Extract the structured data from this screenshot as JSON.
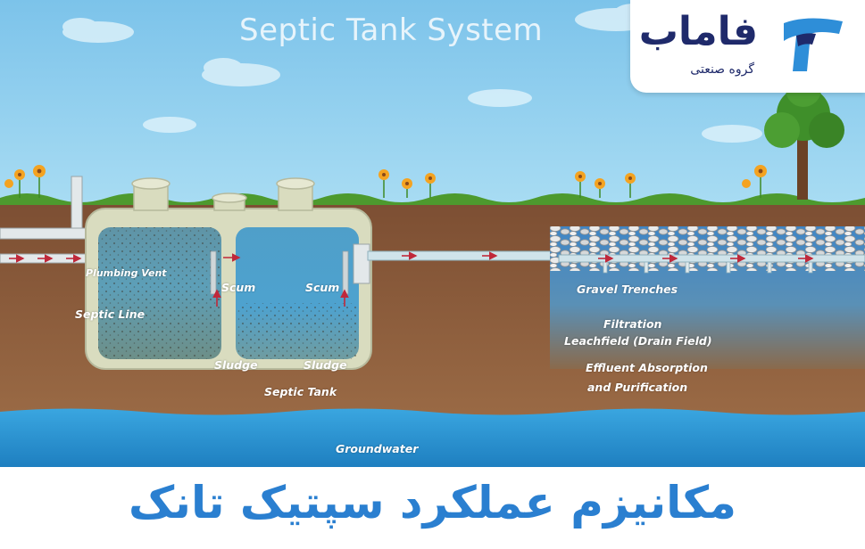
{
  "diagram": {
    "title": "Septic Tank System",
    "labels": {
      "plumbing_vent": "Plumbing Vent",
      "septic_line": "Septic Line",
      "scum_left": "Scum",
      "scum_right": "Scum",
      "sludge_left": "Sludge",
      "sludge_right": "Sludge",
      "septic_tank": "Septic Tank",
      "gravel_trenches": "Gravel Trenches",
      "filtration": "Filtration",
      "leachfield": "Leachfield (Drain Field)",
      "effluent_1": "Effluent Absorption",
      "effluent_2": "and Purification",
      "groundwater": "Groundwater"
    },
    "colors": {
      "sky": "#8ccdee",
      "soil": "#8a5a3a",
      "water": "#2f98d6",
      "tank_wall": "#d9dcbf",
      "pipe": "#dfe6e8",
      "flow_arrow": "#c0283a"
    }
  },
  "logo": {
    "name": "فاماب",
    "subtitle": "گروه صنعتی",
    "color": "#1f2a6b",
    "accent": "#2e8ed8"
  },
  "banner": {
    "title": "مکانیزم عملکرد سپتیک تانک",
    "color": "#2a7fd0"
  }
}
